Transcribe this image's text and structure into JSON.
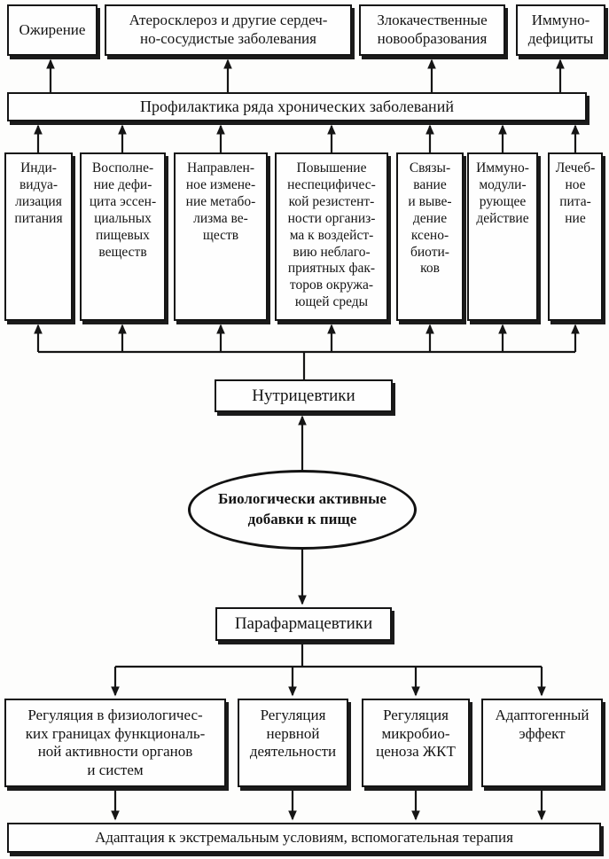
{
  "diagram": {
    "central_node": {
      "label": "Биологически активные\nдобавки к пище"
    },
    "nutraceuticals_node": {
      "label": "Нутрицевтики"
    },
    "parapharmaceuticals_node": {
      "label": "Парафармацевтики"
    },
    "prevention_bar": {
      "label": "Профилактика ряда хронических заболеваний"
    },
    "adaptation_bar": {
      "label": "Адаптация к экстремальным условиям, вспомогательная терапия"
    },
    "top_outcomes": [
      {
        "label": "Ожирение"
      },
      {
        "label": "Атеросклероз и другие сердеч-\nно-сосудистые заболевания"
      },
      {
        "label": "Злокачественные\nновообразования"
      },
      {
        "label": "Иммуно-\nдефициты"
      }
    ],
    "nutraceutical_functions": [
      {
        "label": "Инди-\nвидуа-\nлизация\nпитания"
      },
      {
        "label": "Восполне-\nние дефи-\nцита эссен-\nциальных\nпищевых\nвеществ"
      },
      {
        "label": "Направлен-\nное измене-\nние метабо-\nлизма ве-\nществ"
      },
      {
        "label": "Повышение\nнеспецифичес-\nкой резистент-\nности организ-\nма к воздейст-\nвию неблаго-\nприятных фак-\nторов окружа-\nющей среды"
      },
      {
        "label": "Связы-\nвание\nи выве-\nдение\nксено-\nбиоти-\nков"
      },
      {
        "label": "Иммуно-\nмодули-\nрующее\nдействие"
      },
      {
        "label": "Лечеб-\nное\nпита-\nние"
      }
    ],
    "parapharmaceutical_effects": [
      {
        "label": "Регуляция в физиологичес-\nких границах функциональ-\nной активности органов\nи систем"
      },
      {
        "label": "Регуляция\nнервной\nдеятельности"
      },
      {
        "label": "Регуляция\nмикробио-\nценоза ЖКТ"
      },
      {
        "label": "Адаптогенный\nэффект"
      }
    ]
  },
  "colors": {
    "ink": "#151515",
    "paper": "#fdfdfc"
  }
}
